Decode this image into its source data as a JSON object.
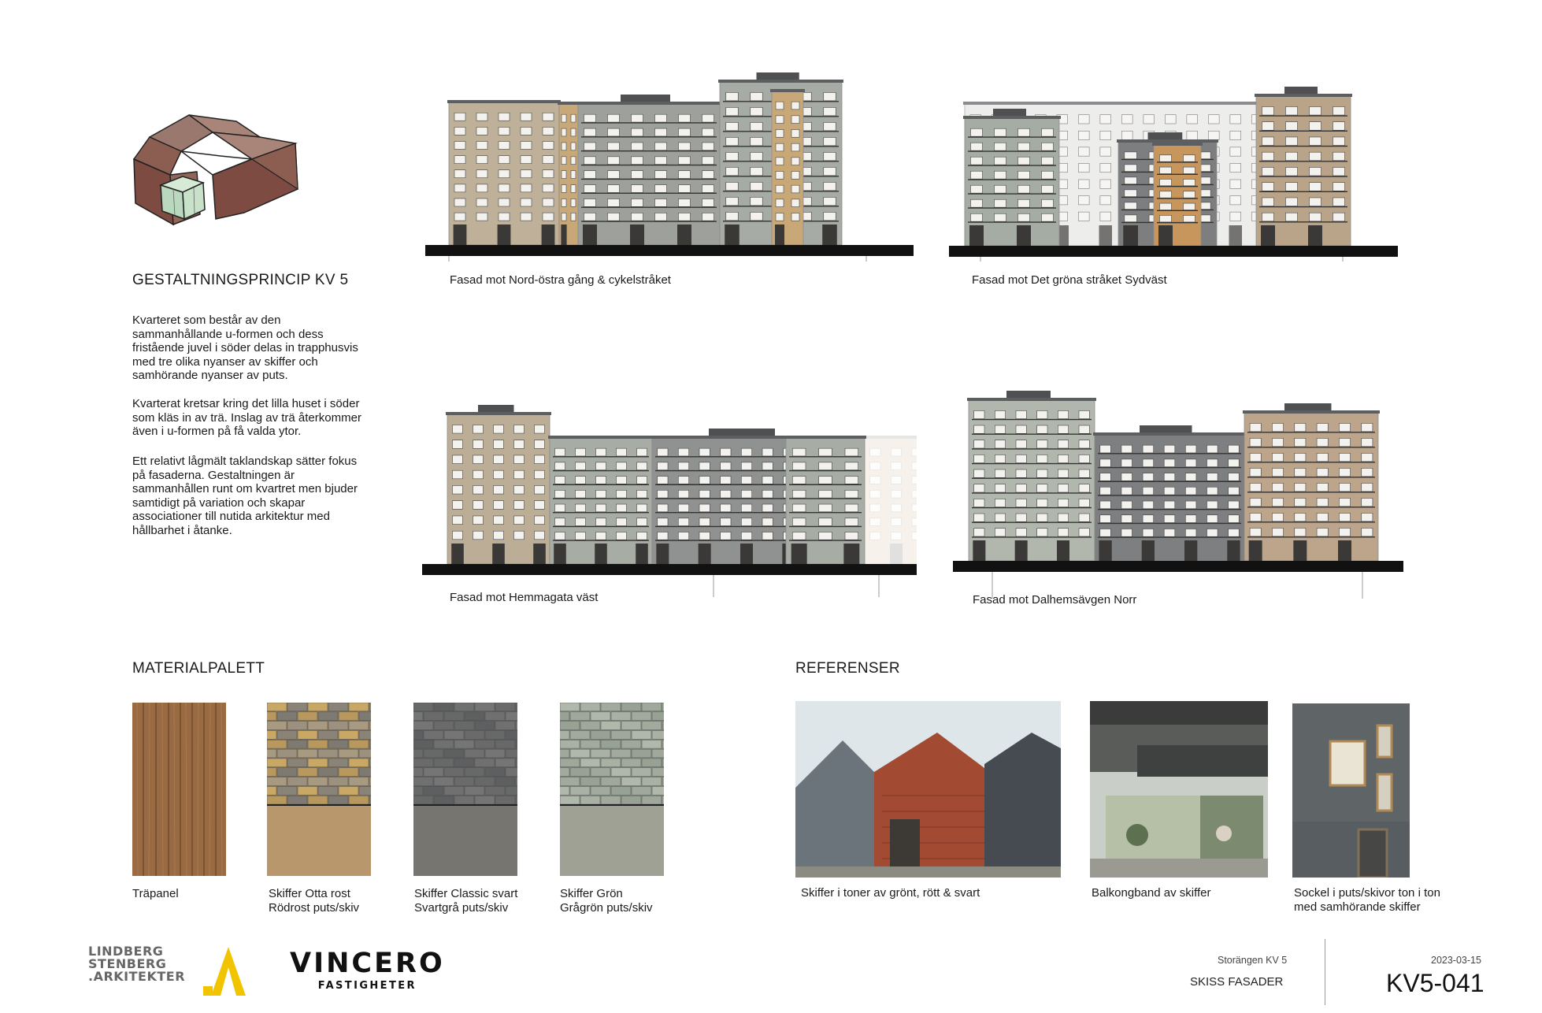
{
  "principle": {
    "title": "GESTALTNINGSPRINCIP KV 5",
    "paragraph1": "Kvarteret som består av den sammanhållande u-formen och dess fristående juvel i söder delas in trapphusvis med tre olika nyanser av skiffer och samhörande nyanser av puts.",
    "paragraph2": "Kvarterat kretsar kring det lilla huset i söder som kläs in av trä. Inslag av trä återkommer även i u-formen på få valda ytor.",
    "paragraph3": "Ett relativt lågmält taklandskap sätter fokus på fasaderna. Gestaltningen är sammanhållen runt om kvartret men bjuder samtidigt på variation och skapar associationer till nutida arkitektur med hållbarhet i åtanke."
  },
  "elevations": [
    {
      "caption": "Fasad mot Nord-östra gång & cykelstråket"
    },
    {
      "caption": "Fasad mot Det gröna stråket Sydväst"
    },
    {
      "caption": "Fasad mot Hemmagata väst"
    },
    {
      "caption": "Fasad mot Dalhemsävgen Norr"
    }
  ],
  "materials": {
    "title": "MATERIALPALETT",
    "items": [
      {
        "line1": "Träpanel",
        "line2": "",
        "top": "#9a6a43",
        "bottom": "#9a6a43"
      },
      {
        "line1": "Skiffer Otta rost",
        "line2": "Rödrost puts/skiv",
        "top": "#a08c68",
        "bottom": "#b9976c"
      },
      {
        "line1": "Skiffer Classic svart",
        "line2": "Svartgrå puts/skiv",
        "top": "#6d6d6d",
        "bottom": "#777570"
      },
      {
        "line1": "Skiffer Grön",
        "line2": "Grågrön puts/skiv",
        "top": "#a4aca0",
        "bottom": "#9fa194"
      }
    ]
  },
  "references": {
    "title": "REFERENSER",
    "items": [
      {
        "line1": "Skiffer i toner av grönt, rött & svart",
        "line2": ""
      },
      {
        "line1": "Balkongband av skiffer",
        "line2": ""
      },
      {
        "line1": "Sockel i puts/skivor ton i ton",
        "line2": "med samhörande skiffer"
      }
    ]
  },
  "footer": {
    "logo1": {
      "line1": "LINDBERG",
      "line2": "STENBERG",
      "line3": ".ARKITEKTER"
    },
    "logo2": {
      "main": "VINCERO",
      "sub": "FASTIGHETER"
    },
    "project": "Storängen KV 5",
    "sheet_title": "SKISS FASADER",
    "date": "2023-03-15",
    "sheet_number": "KV5-041"
  }
}
